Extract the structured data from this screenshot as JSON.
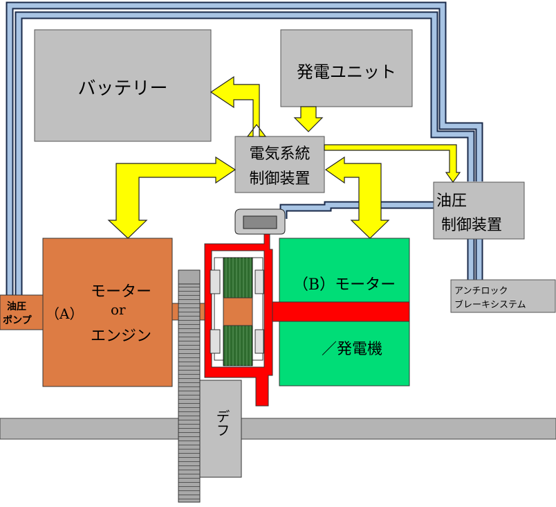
{
  "blocks": {
    "battery": "バッテリー",
    "generator_unit": "発電ユニット",
    "electric_control_line1": "電気系統",
    "electric_control_line2": "制御装置",
    "hydraulic_control_line1": "油圧",
    "hydraulic_control_line2": "制御装置",
    "abs_line1": "アンチロック",
    "abs_line2": "ブレーキシステム",
    "oil_pump_line1": "油圧",
    "oil_pump_line2": "ポンプ",
    "motor_a_tag": "（A）",
    "motor_a_line1": "モーター",
    "motor_a_line2": "or",
    "motor_a_line3": "エンジン",
    "motor_b_line1": "（B）モーター",
    "motor_b_line2": "／発電機",
    "differential": "デフ"
  },
  "colors": {
    "gray_block": "#c0c0c0",
    "orange_motor": "#dd7c44",
    "green_motor": "#00dd77",
    "yellow_arrow": "#ffff00",
    "red_part": "#ff0000",
    "clutch_green": "#2e6b2e",
    "hydraulic_line": "#9ab4d4"
  }
}
